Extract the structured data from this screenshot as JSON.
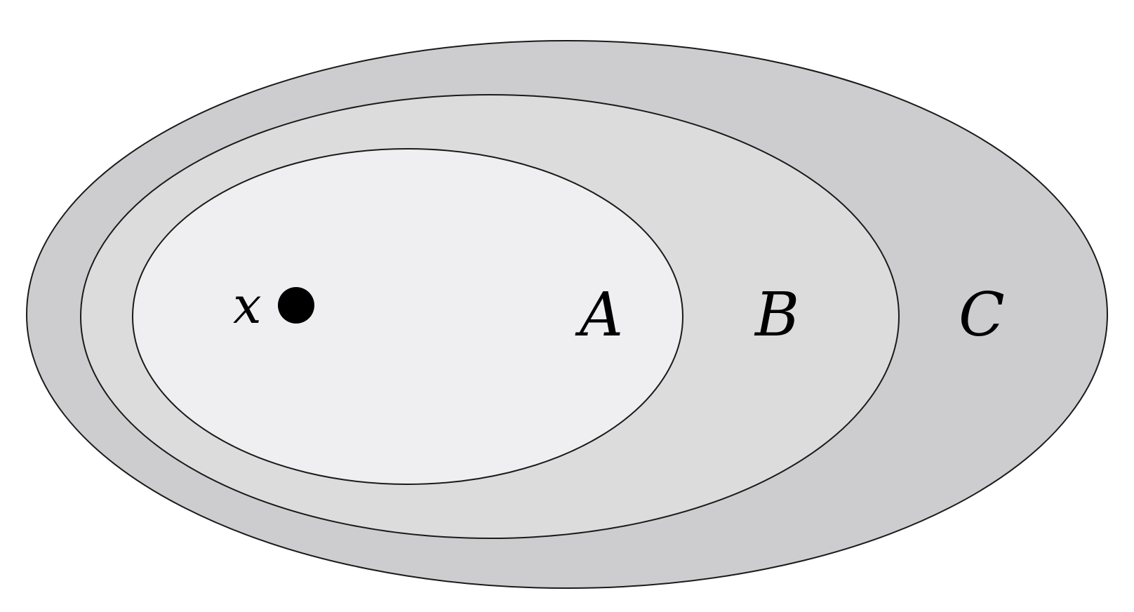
{
  "diagram": {
    "sets": {
      "outer": {
        "label": "C",
        "fill": "#cdcccf"
      },
      "middle": {
        "label": "B",
        "fill": "#dcdcdd"
      },
      "inner": {
        "label": "A",
        "fill": "#efeff1"
      }
    },
    "element": {
      "label": "x",
      "color": "#000000"
    }
  }
}
